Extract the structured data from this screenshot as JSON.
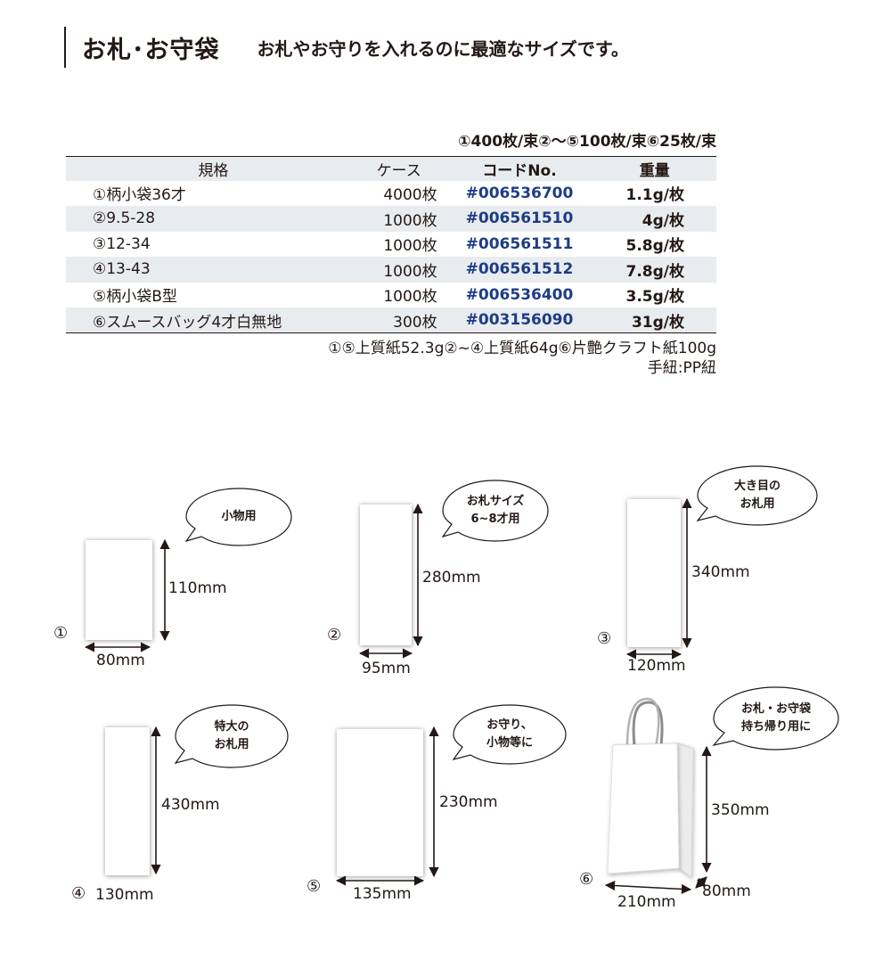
{
  "header": {
    "title": "お札･お守袋",
    "subtitle": "お札やお守りを入れるのに最適なサイズです。"
  },
  "bundle_note": "①400枚/束②～⑤100枚/束⑥25枚/束",
  "table": {
    "headers": {
      "name": "規格",
      "case": "ケース",
      "code": "コードNo.",
      "weight": "重量"
    },
    "rows": [
      {
        "name": "①柄小袋36才",
        "case": "4000枚",
        "code": "#006536700",
        "weight": "1.1g/枚"
      },
      {
        "name": "②9.5-28",
        "case": "1000枚",
        "code": "#006561510",
        "weight": "4g/枚"
      },
      {
        "name": "③12-34",
        "case": "1000枚",
        "code": "#006561511",
        "weight": "5.8g/枚"
      },
      {
        "name": "④13-43",
        "case": "1000枚",
        "code": "#006561512",
        "weight": "7.8g/枚"
      },
      {
        "name": "⑤柄小袋B型",
        "case": "1000枚",
        "code": "#006536400",
        "weight": "3.5g/枚"
      },
      {
        "name": "⑥スムースバッグ4才白無地",
        "case": "300枚",
        "code": "#003156090",
        "weight": "31g/枚"
      }
    ]
  },
  "material_note": {
    "line1": "①⑤上質紙52.3g②~④上質紙64g⑥片艶クラフト紙100g",
    "line2": "手紐:PP紐"
  },
  "items": [
    {
      "number": "①",
      "bubble": "小物用",
      "height": "110mm",
      "width": "80mm"
    },
    {
      "number": "②",
      "bubble": "お札サイズ\n6~8才用",
      "height": "280mm",
      "width": "95mm"
    },
    {
      "number": "③",
      "bubble": "大き目の\nお札用",
      "height": "340mm",
      "width": "120mm"
    },
    {
      "number": "④",
      "bubble": "特大の\nお札用",
      "height": "430mm",
      "width": "130mm"
    },
    {
      "number": "⑤",
      "bubble": "お守り、\n小物等に",
      "height": "230mm",
      "width": "135mm"
    },
    {
      "number": "⑥",
      "bubble": "お札・お守袋\n持ち帰り用に",
      "height": "350mm",
      "width": "210mm",
      "depth": "80mm"
    }
  ]
}
